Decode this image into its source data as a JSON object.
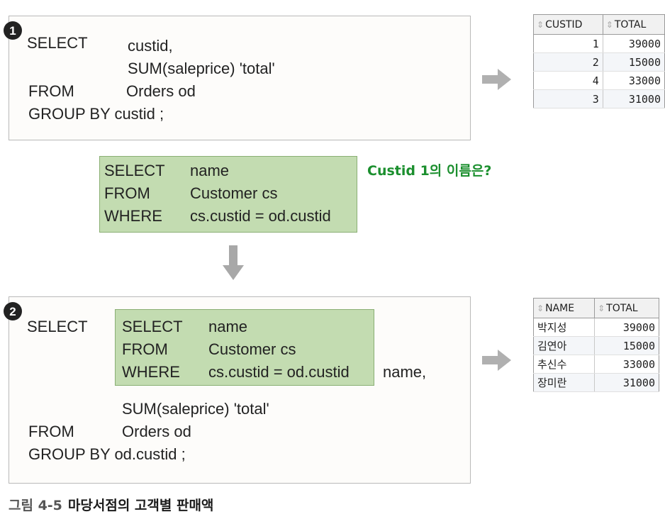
{
  "step1": {
    "badge": "1",
    "lines": [
      [
        "SELECT",
        "custid,"
      ],
      [
        "",
        "SUM(saleprice)  'total'"
      ],
      [
        "FROM",
        "Orders od"
      ],
      [
        "GROUP  BY custid ;",
        ""
      ]
    ]
  },
  "subquery": {
    "lines": [
      [
        "SELECT",
        "name"
      ],
      [
        "FROM",
        "Customer cs"
      ],
      [
        "WHERE",
        "cs.custid = od.custid"
      ]
    ],
    "question": "Custid 1의 이름은?"
  },
  "step2": {
    "badge": "2",
    "select_kw": "SELECT",
    "inner_lines": [
      [
        "SELECT",
        "name"
      ],
      [
        "FROM",
        "Customer cs"
      ],
      [
        "WHERE",
        "cs.custid = od.custid"
      ]
    ],
    "alias": "name,",
    "sum_line": "SUM(saleprice) 'total'",
    "from_kw": "FROM",
    "from_val": "Orders od",
    "group_line": "GROUP BY od.custid ;"
  },
  "result1": {
    "headers": [
      "CUSTID",
      "TOTAL"
    ],
    "rows": [
      [
        "1",
        "39000"
      ],
      [
        "2",
        "15000"
      ],
      [
        "4",
        "33000"
      ],
      [
        "3",
        "31000"
      ]
    ]
  },
  "result2": {
    "headers": [
      "NAME",
      "TOTAL"
    ],
    "rows": [
      [
        "박지성",
        "39000"
      ],
      [
        "김연아",
        "15000"
      ],
      [
        "추신수",
        "33000"
      ],
      [
        "장미란",
        "31000"
      ]
    ]
  },
  "caption": {
    "figure": "그림 4-5",
    "title": "마당서점의 고객별 판매액"
  },
  "icons": {
    "sort": "sort-icon",
    "arrow": "arrow-right-icon",
    "down": "arrow-down-icon"
  }
}
